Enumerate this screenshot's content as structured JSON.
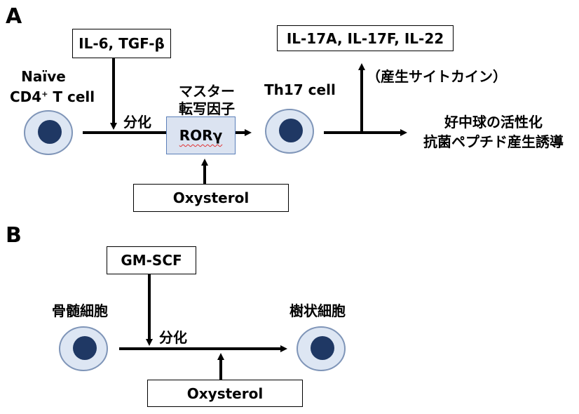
{
  "panel_a": {
    "letter": "A",
    "cytokine_input": "IL-6, TGF-β",
    "naive_cell_line1": "Naïve",
    "naive_cell_line2_main": "CD4",
    "naive_cell_line2_sup": "+",
    "naive_cell_line2_rest": " T cell",
    "differentiation": "分化",
    "master_tf_line1": "マスター",
    "master_tf_line2": "転写因子",
    "ror_gamma": "RORγ",
    "th17_cell": "Th17 cell",
    "produced_cytokines": "IL-17A, IL-17F, IL-22",
    "produced_cytokines_note": "（産生サイトカイン）",
    "effect_line1": "好中球の活性化",
    "effect_line2": "抗菌ペプチド産生誘導",
    "oxysterol": "Oxysterol"
  },
  "panel_b": {
    "letter": "B",
    "cytokine_input": "GM-SCF",
    "bone_marrow_cell": "骨髄細胞",
    "differentiation": "分化",
    "dendritic_cell": "樹状細胞",
    "oxysterol": "Oxysterol"
  },
  "colors": {
    "cell_fill": "#dde6f3",
    "cell_stroke": "#7f95b8",
    "nucleus": "#1f3864",
    "ror_box_fill": "#dbe3f1",
    "ror_box_border": "#5b7fb9",
    "squiggle": "#e03030"
  }
}
